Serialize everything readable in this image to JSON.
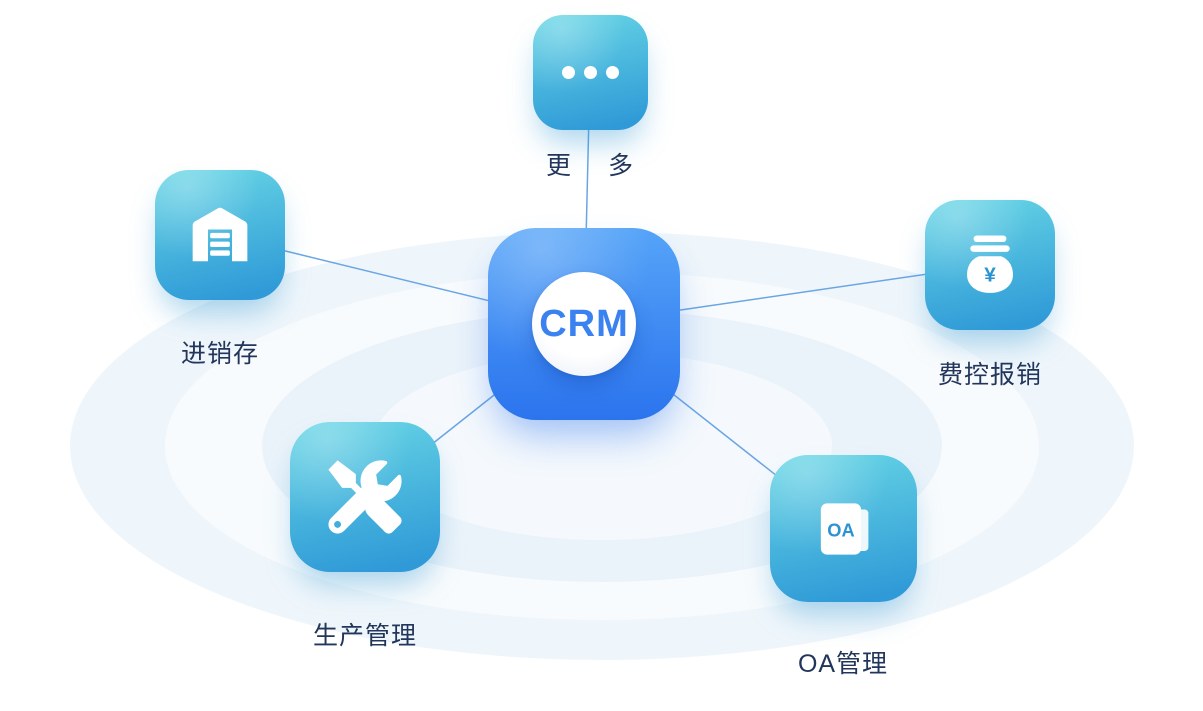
{
  "diagram": {
    "center": {
      "id": "crm",
      "label": "CRM"
    },
    "nodes": [
      {
        "id": "more",
        "label": "更 多",
        "icon": "ellipsis-icon"
      },
      {
        "id": "inventory",
        "label": "进销存",
        "icon": "warehouse-icon"
      },
      {
        "id": "expense",
        "label": "费控报销",
        "icon": "money-jar-yen-icon"
      },
      {
        "id": "production",
        "label": "生产管理",
        "icon": "tools-icon"
      },
      {
        "id": "oa",
        "label": "OA管理",
        "icon": "oa-document-icon"
      }
    ],
    "icon_text": {
      "oa": "OA",
      "yen": "¥"
    },
    "colors": {
      "satellite_gradient_start": "#67d6e5",
      "satellite_gradient_end": "#2f9ad7",
      "center_gradient_start": "#55a4f8",
      "center_gradient_end": "#2b74ee",
      "connector_line": "#6aa6e3",
      "label_text": "#22365c",
      "crm_text": "#3a82f0"
    }
  }
}
